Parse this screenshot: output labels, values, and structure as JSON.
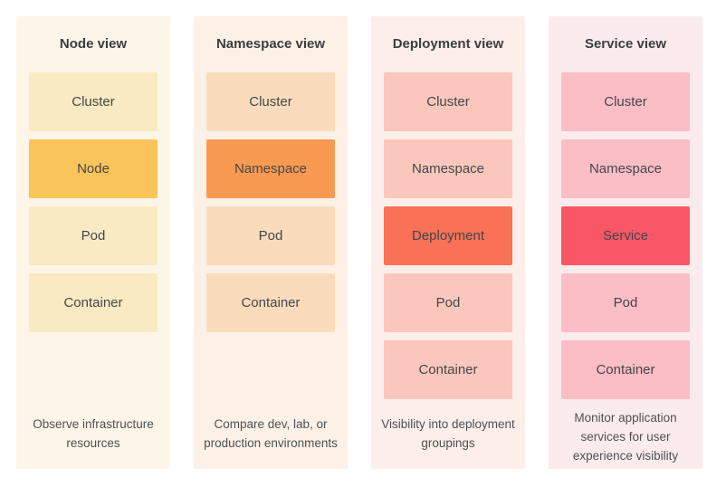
{
  "columns": [
    {
      "title": "Node view",
      "caption": "Observe infrastructure resources",
      "colors": {
        "panel_bg": "#fdf5e7",
        "box_bg": "#faeac2",
        "highlight_bg": "#f9c45a"
      },
      "boxes": [
        {
          "label": "Cluster",
          "highlight": false
        },
        {
          "label": "Node",
          "highlight": true
        },
        {
          "label": "Pod",
          "highlight": false
        },
        {
          "label": "Container",
          "highlight": false
        }
      ]
    },
    {
      "title": "Namespace view",
      "caption": "Compare dev, lab, or production environments",
      "colors": {
        "panel_bg": "#fdf0e7",
        "box_bg": "#fadcbd",
        "highlight_bg": "#f99a52"
      },
      "boxes": [
        {
          "label": "Cluster",
          "highlight": false
        },
        {
          "label": "Namespace",
          "highlight": true
        },
        {
          "label": "Pod",
          "highlight": false
        },
        {
          "label": "Container",
          "highlight": false
        }
      ]
    },
    {
      "title": "Deployment view",
      "caption": "Visibility into deployment groupings",
      "colors": {
        "panel_bg": "#fdeeea",
        "box_bg": "#fbc7bd",
        "highlight_bg": "#f97156"
      },
      "boxes": [
        {
          "label": "Cluster",
          "highlight": false
        },
        {
          "label": "Namespace",
          "highlight": false
        },
        {
          "label": "Deployment",
          "highlight": true
        },
        {
          "label": "Pod",
          "highlight": false
        },
        {
          "label": "Container",
          "highlight": false
        }
      ]
    },
    {
      "title": "Service view",
      "caption": "Monitor application services for user experience visibility",
      "colors": {
        "panel_bg": "#fcebed",
        "box_bg": "#fbbdc6",
        "highlight_bg": "#fa5766"
      },
      "boxes": [
        {
          "label": "Cluster",
          "highlight": false
        },
        {
          "label": "Namespace",
          "highlight": false
        },
        {
          "label": "Service",
          "highlight": true
        },
        {
          "label": "Pod",
          "highlight": false
        },
        {
          "label": "Container",
          "highlight": false
        }
      ]
    }
  ],
  "text_colors": {
    "title": "#3a3e41",
    "label": "#43474a",
    "caption": "#4d5154"
  }
}
